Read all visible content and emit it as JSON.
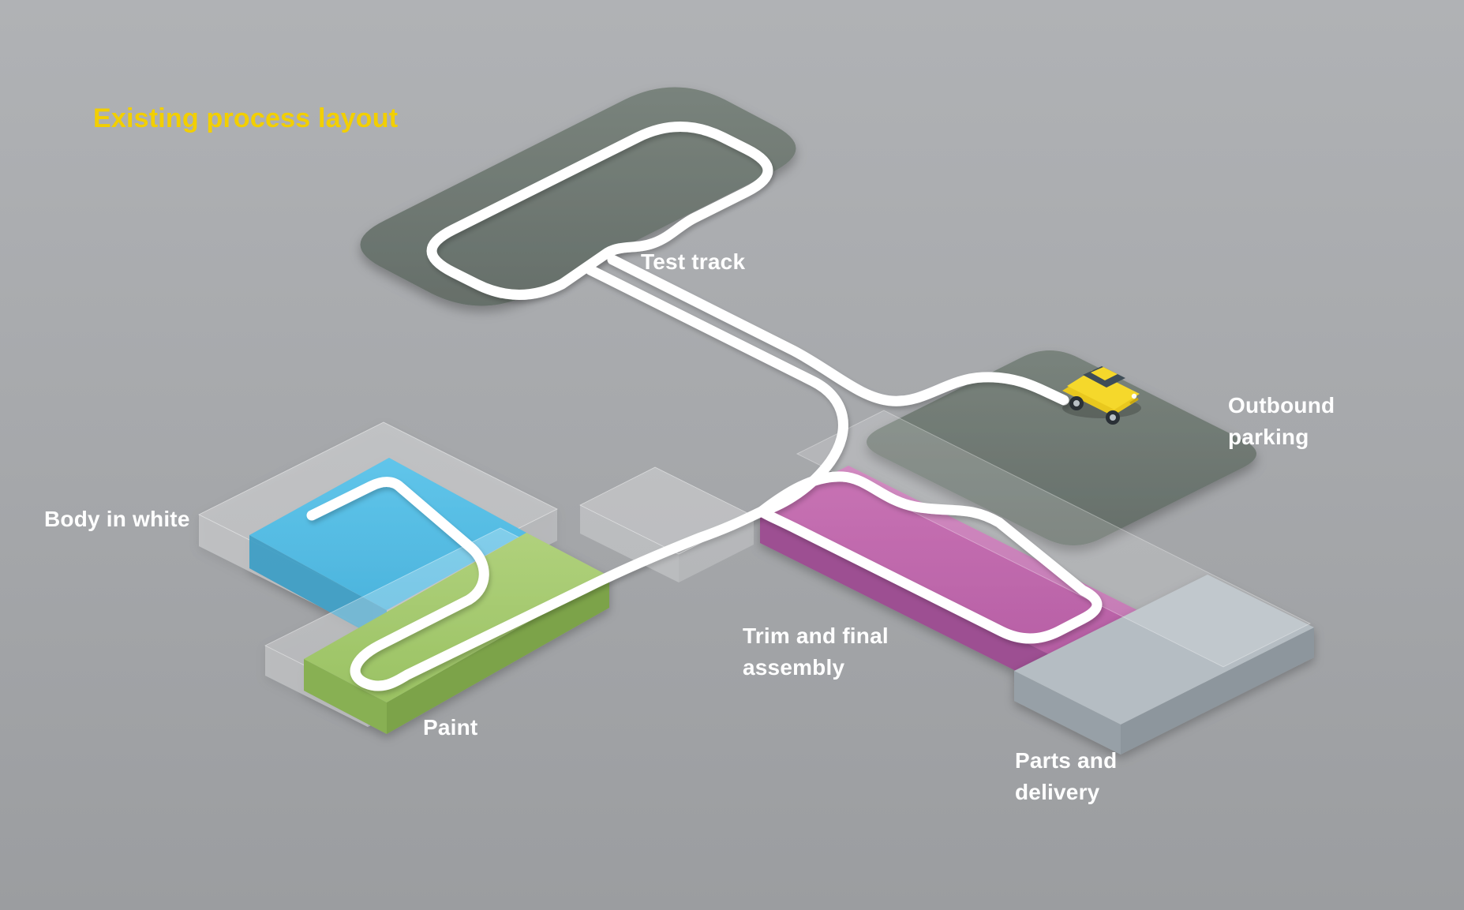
{
  "title": {
    "text": "Existing process layout",
    "color": "#F2CF00"
  },
  "areas": {
    "test_track": {
      "label": "Test track",
      "color": "#6E7971"
    },
    "outbound_parking": {
      "label": "Outbound parking",
      "color": "#6E7971"
    },
    "body_in_white": {
      "label": "Body in white",
      "color": "#56BEE3"
    },
    "paint": {
      "label": "Paint",
      "color": "#A8CB70"
    },
    "trim_and_final_assembly": {
      "label": "Trim and final assembly",
      "color": "#C16BAE"
    },
    "parts_and_delivery": {
      "label": "Parts and delivery",
      "color": "#B5BDC3"
    }
  },
  "flow": {
    "path_color": "#FFFFFF",
    "car_color": "#F5D82B"
  }
}
